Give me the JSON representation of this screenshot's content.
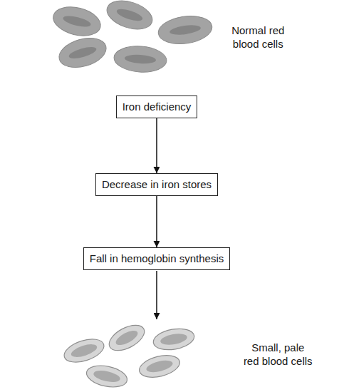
{
  "diagram": {
    "nodes": [
      {
        "text": [
          "Iron deficiency"
        ]
      },
      {
        "text": [
          "Decrease in iron stores"
        ]
      },
      {
        "text": [
          "Fall in hemoglobin synthesis"
        ]
      }
    ],
    "edges": [
      {
        "from": 0,
        "to": 1,
        "arrow": "to"
      },
      {
        "from": 1,
        "to": 2,
        "arrow": "to"
      }
    ],
    "labels": [
      "Normal red blood cells",
      "Small, pale red blood cells"
    ]
  }
}
